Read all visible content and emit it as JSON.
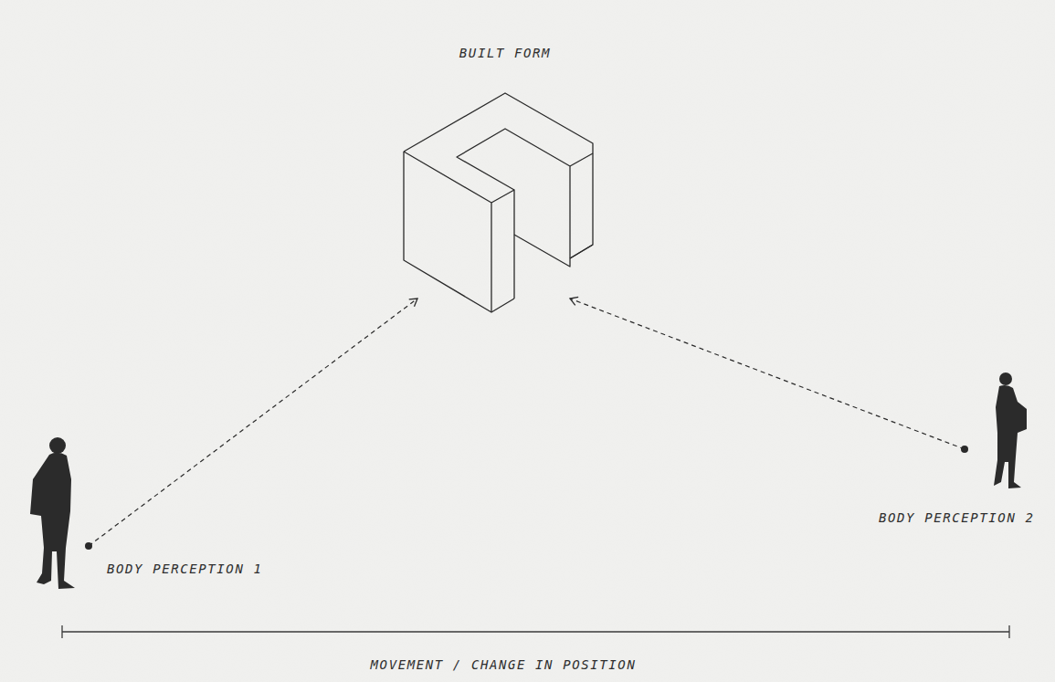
{
  "diagram": {
    "nodes": [
      {
        "text": [
          "BUILT FORM"
        ]
      },
      {
        "text": [
          "BODY PERCEPTION 1"
        ]
      },
      {
        "text": [
          "BODY PERCEPTION 2"
        ]
      }
    ],
    "edges": [
      {
        "from": 1,
        "to": 0,
        "arrow": "to"
      },
      {
        "from": 2,
        "to": 0,
        "arrow": "to"
      }
    ],
    "labels": [
      "MOVEMENT / CHANGE IN POSITION"
    ]
  }
}
